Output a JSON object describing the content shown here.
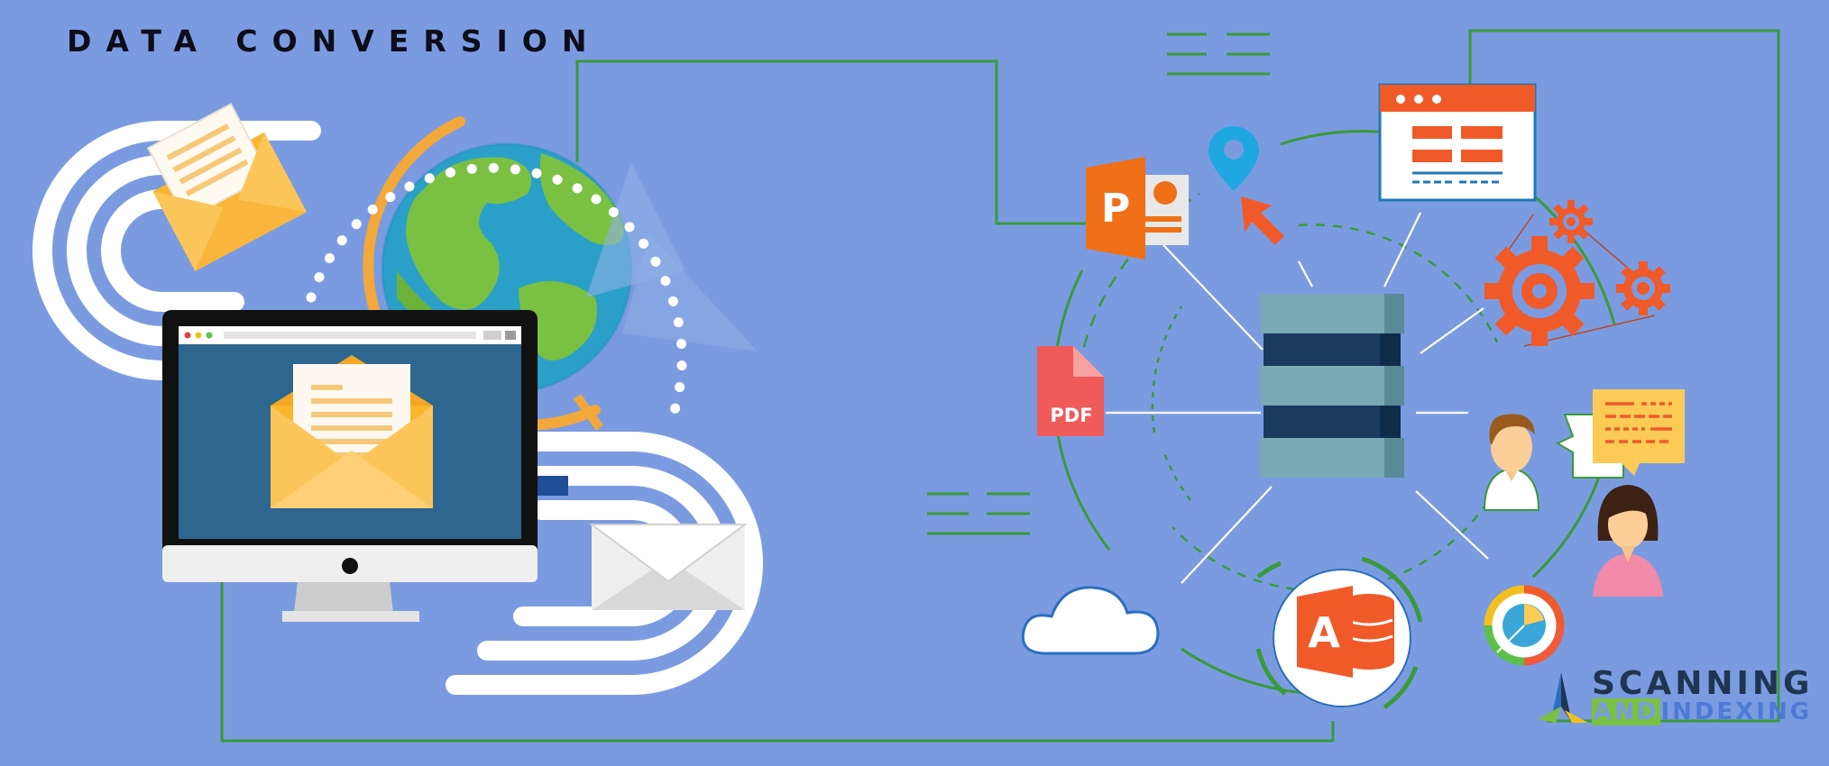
{
  "title": "DATA CONVERSION",
  "icons": {
    "powerpoint": {
      "letter": "P"
    },
    "pdf": {
      "label": "PDF"
    },
    "access": {
      "letter": "A"
    }
  },
  "logo": {
    "line1": "SCANNING",
    "line2_highlight": "AND",
    "line2_rest": "INDEXING"
  },
  "colors": {
    "background": "#7b9be1",
    "accent_green": "#3a9a3a",
    "accent_orange": "#f05a28"
  }
}
